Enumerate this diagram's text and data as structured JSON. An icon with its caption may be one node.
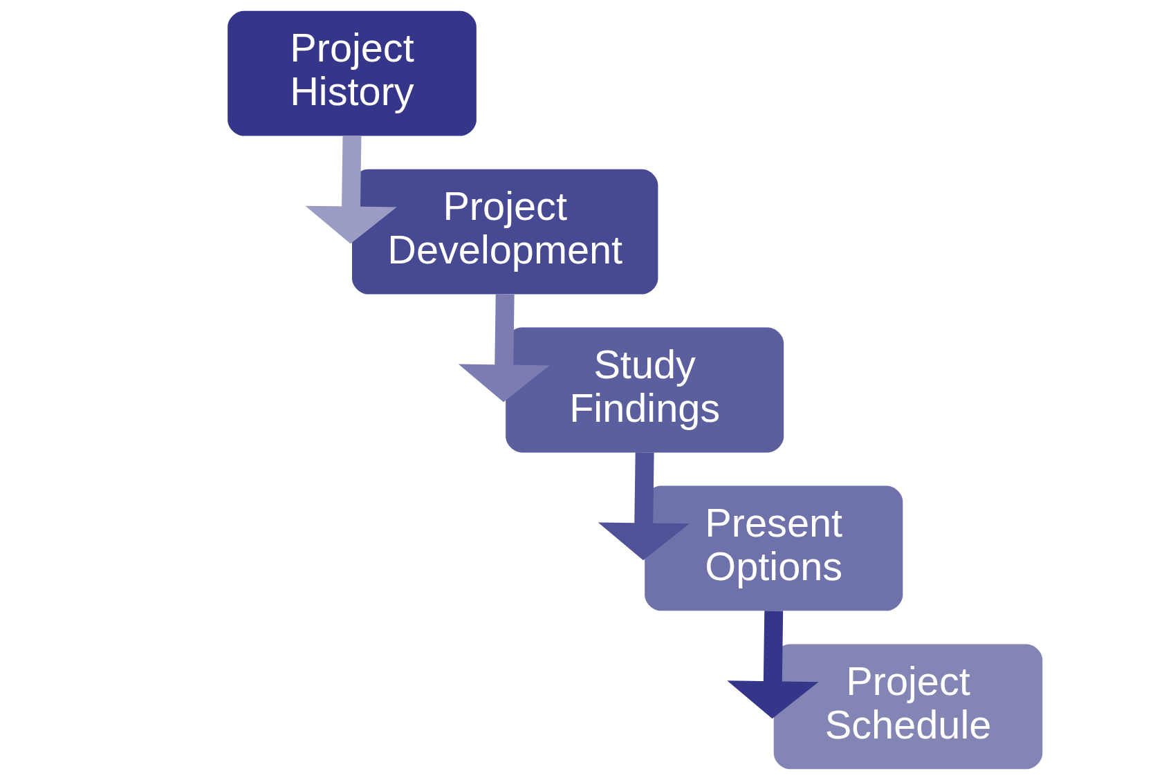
{
  "diagram": {
    "nodes": [
      {
        "text": [
          "Project History"
        ]
      },
      {
        "text": [
          "Project Development"
        ]
      },
      {
        "text": [
          "Study Findings"
        ]
      },
      {
        "text": [
          "Present Options"
        ]
      },
      {
        "text": [
          "Project Schedule"
        ]
      }
    ],
    "edges": [
      {
        "from": 0,
        "to": 1,
        "arrow": "to",
        "color": "#9a9cc4"
      },
      {
        "from": 1,
        "to": 2,
        "arrow": "to",
        "color": "#7b7db2"
      },
      {
        "from": 2,
        "to": 3,
        "arrow": "to",
        "color": "#4f5297"
      },
      {
        "from": 3,
        "to": 4,
        "arrow": "to",
        "color": "#35368a"
      }
    ]
  }
}
